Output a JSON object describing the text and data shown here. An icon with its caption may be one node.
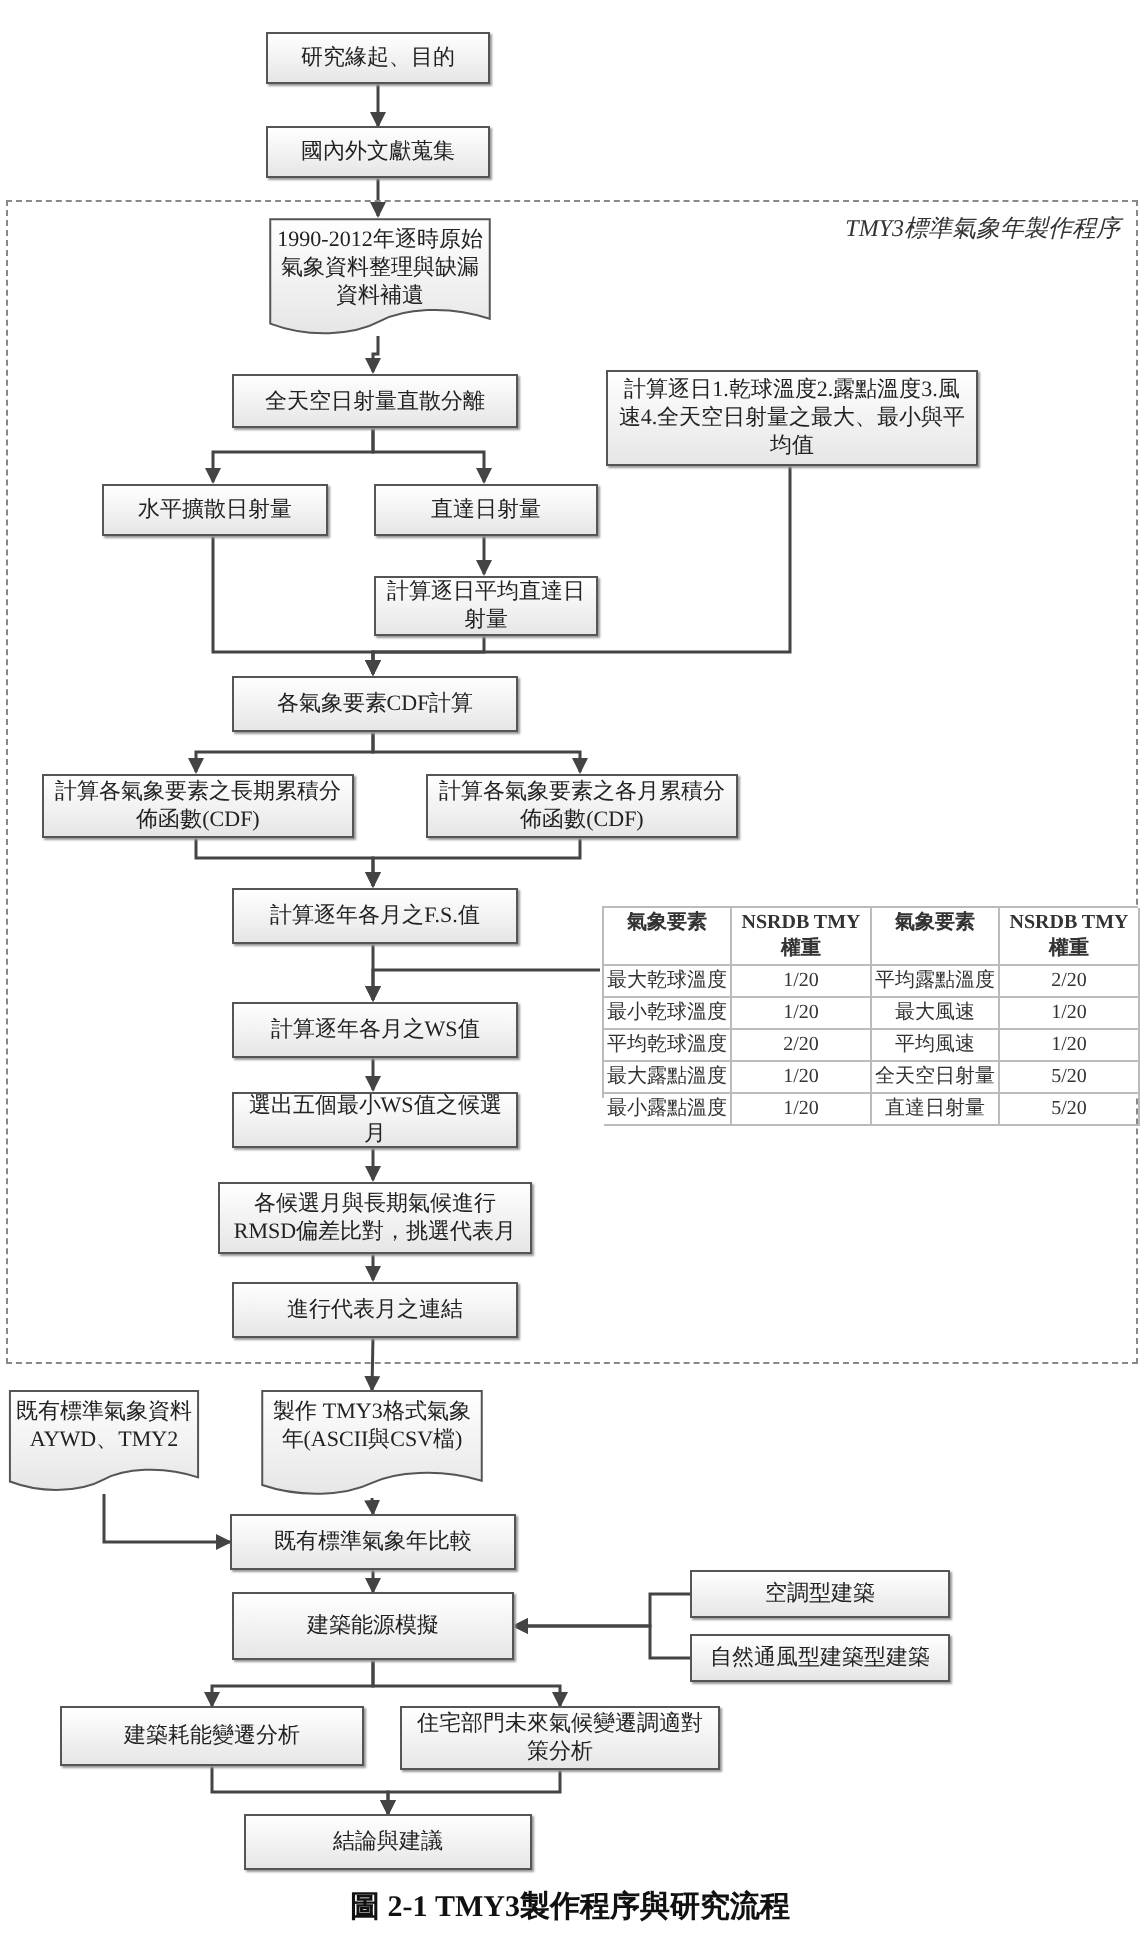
{
  "diagram": {
    "caption": "圖 2-1 TMY3製作程序與研究流程",
    "nodes": [
      {
        "text": [
          "研究緣起、目的"
        ]
      },
      {
        "text": [
          "國內外文獻蒐集"
        ]
      },
      {
        "text": [
          "TMY3標準氣象年製作程序"
        ]
      },
      {
        "text": [
          "1990-2012年逐時原始氣象資料整理與缺漏資料補遺"
        ],
        "in": 2
      },
      {
        "text": [
          "全天空日射量直散分離"
        ],
        "in": 2
      },
      {
        "text": [
          "計算逐日1.乾球溫度2.露點溫度3.風速4.全天空日射量之最大、最小與平均值"
        ],
        "in": 2
      },
      {
        "text": [
          "水平擴散日射量"
        ],
        "in": 2
      },
      {
        "text": [
          "直達日射量"
        ],
        "in": 2
      },
      {
        "text": [
          "計算逐日平均直達日射量"
        ],
        "in": 2
      },
      {
        "text": [
          "各氣象要素CDF計算"
        ],
        "in": 2
      },
      {
        "text": [
          "計算各氣象要素之長期累積分佈函數(CDF)"
        ],
        "in": 2
      },
      {
        "text": [
          "計算各氣象要素之各月累積分佈函數(CDF)"
        ],
        "in": 2
      },
      {
        "text": [
          "計算逐年各月之F.S.值"
        ],
        "in": 2
      },
      {
        "text": [
          "計算逐年各月之WS值"
        ],
        "in": 2
      },
      {
        "text": [
          "選出五個最小WS值之候選月"
        ],
        "in": 2
      },
      {
        "text": [
          "各候選月與長期氣候進行RMSD偏差比對，挑選代表月"
        ],
        "in": 2
      },
      {
        "text": [
          "進行代表月之連結"
        ],
        "in": 2
      },
      {
        "text": [],
        "shape": "table",
        "in": 2
      },
      {
        "text": [
          "既有標準氣象資料AYWD、TMY2"
        ]
      },
      {
        "text": [
          "製作 TMY3格式氣象年(ASCII與CSV檔)"
        ]
      },
      {
        "text": [
          "既有標準氣象年比較"
        ]
      },
      {
        "text": [
          "建築能源模擬"
        ]
      },
      {
        "text": [
          "空調型建築"
        ]
      },
      {
        "text": [
          "自然通風型建築型建築"
        ]
      },
      {
        "text": [
          "建築耗能變遷分析"
        ]
      },
      {
        "text": [
          "住宅部門未來氣候變遷調適對策分析"
        ]
      },
      {
        "text": [
          "結論與建議"
        ]
      }
    ],
    "edges": [
      {
        "from": 0,
        "to": 1,
        "arrow": "to"
      },
      {
        "from": 1,
        "to": 3,
        "arrow": "to"
      },
      {
        "from": 3,
        "to": 4,
        "arrow": "to"
      },
      {
        "from": 4,
        "to": 6,
        "arrow": "to"
      },
      {
        "from": 4,
        "to": 7,
        "arrow": "to"
      },
      {
        "from": 7,
        "to": 8,
        "arrow": "to"
      },
      {
        "from": 6,
        "to": 9,
        "arrow": "to"
      },
      {
        "from": 8,
        "to": 9,
        "arrow": "to"
      },
      {
        "from": 5,
        "to": 9,
        "arrow": "to"
      },
      {
        "from": 9,
        "to": 10,
        "arrow": "to"
      },
      {
        "from": 9,
        "to": 11,
        "arrow": "to"
      },
      {
        "from": 10,
        "to": 12,
        "arrow": "to"
      },
      {
        "from": 11,
        "to": 12,
        "arrow": "to"
      },
      {
        "from": 12,
        "to": 13,
        "arrow": "to"
      },
      {
        "from": 17,
        "to": 13,
        "arrow": "to"
      },
      {
        "from": 13,
        "to": 14,
        "arrow": "to"
      },
      {
        "from": 14,
        "to": 15,
        "arrow": "to"
      },
      {
        "from": 15,
        "to": 16,
        "arrow": "to"
      },
      {
        "from": 16,
        "to": 19,
        "arrow": "to"
      },
      {
        "from": 19,
        "to": 20,
        "arrow": "to"
      },
      {
        "from": 18,
        "to": 20,
        "arrow": "to"
      },
      {
        "from": 20,
        "to": 21,
        "arrow": "to"
      },
      {
        "from": 22,
        "to": 21,
        "arrow": "to"
      },
      {
        "from": 23,
        "to": 21,
        "arrow": "to"
      },
      {
        "from": 21,
        "to": 24,
        "arrow": "to"
      },
      {
        "from": 21,
        "to": 25,
        "arrow": "to"
      },
      {
        "from": 24,
        "to": 26,
        "arrow": "to"
      },
      {
        "from": 25,
        "to": 26,
        "arrow": "to"
      }
    ],
    "labels": [
      "氣象要素",
      "NSRDB TMY權重",
      "氣象要素",
      "NSRDB TMY權重",
      "最大乾球溫度",
      "1/20",
      "平均露點溫度",
      "2/20",
      "最小乾球溫度",
      "1/20",
      "最大風速",
      "1/20",
      "平均乾球溫度",
      "2/20",
      "平均風速",
      "1/20",
      "最大露點溫度",
      "1/20",
      "全天空日射量",
      "5/20",
      "最小露點溫度",
      "1/20",
      "直達日射量",
      "5/20"
    ]
  }
}
